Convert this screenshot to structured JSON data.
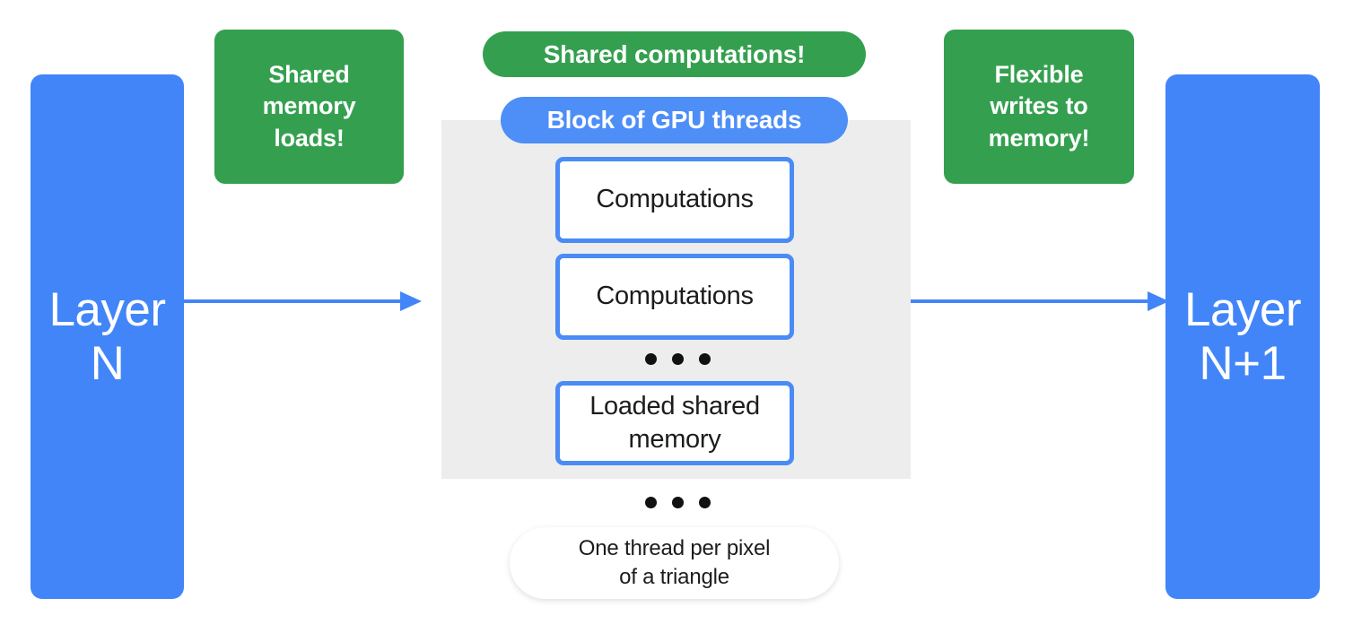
{
  "diagram": {
    "title": "GPU block shared-memory data flow between layers",
    "colors": {
      "blue": "#4285F8",
      "pill_blue": "#4D8EF7",
      "green": "#34A04F",
      "block_gray": "#EDEDED",
      "box_border_blue": "#4A8BF5",
      "text_dark": "#1C1C1C",
      "text_white": "#FFFFFF"
    },
    "layers": {
      "input": {
        "label": "Layer\nN"
      },
      "output": {
        "label": "Layer\nN+1"
      }
    },
    "callouts": [
      {
        "id": "shared-memory-loads",
        "label": "Shared\nmemory\nloads!",
        "style": "green-block"
      },
      {
        "id": "shared-computations",
        "label": "Shared computations!",
        "style": "green-pill"
      },
      {
        "id": "flexible-writes",
        "label": "Flexible\nwrites to\nmemory!",
        "style": "green-block"
      }
    ],
    "block": {
      "header_label": "Block of GPU threads",
      "threads": [
        {
          "label": "Computations"
        },
        {
          "label": "Computations"
        },
        {
          "label": "Loaded shared\nmemory"
        }
      ],
      "inner_ellipsis": "• • •"
    },
    "outer_ellipsis": "• • •",
    "footnote": {
      "label": "One thread per pixel\nof a triangle"
    },
    "arrows": [
      {
        "id": "arrow-layer-n-to-block",
        "direction": "right"
      },
      {
        "id": "arrow-block-to-layer-n1",
        "direction": "right"
      }
    ]
  }
}
